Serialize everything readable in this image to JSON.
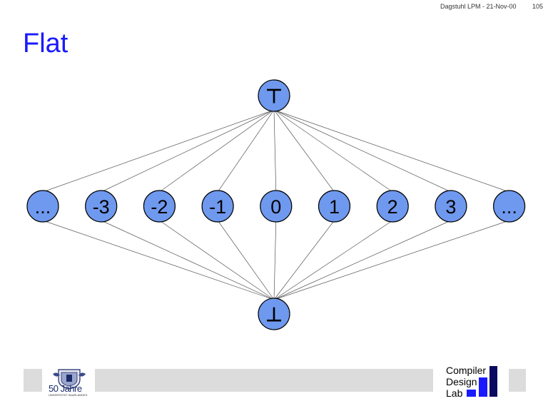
{
  "header": {
    "event": "Dagstuhl LPM - 21-Nov-00",
    "page_number": "105"
  },
  "title": "Flat",
  "lattice": {
    "top_symbol": "⊤",
    "bottom_symbol": "⊥",
    "nodes": [
      "...",
      "-3",
      "-2",
      "-1",
      "0",
      "1",
      "2",
      "3",
      "..."
    ],
    "node_color": "#6f99ee"
  },
  "footer": {
    "jubilee_logo_text": "50 Jahre",
    "jubilee_logo_subtext": "UNIVERSITÄT SAARLANDES",
    "lab_logo": {
      "line1": "Compiler",
      "line2": "Design",
      "line3": "Lab",
      "accent_color": "#1a1aff",
      "dark_color": "#0a0a60"
    }
  }
}
